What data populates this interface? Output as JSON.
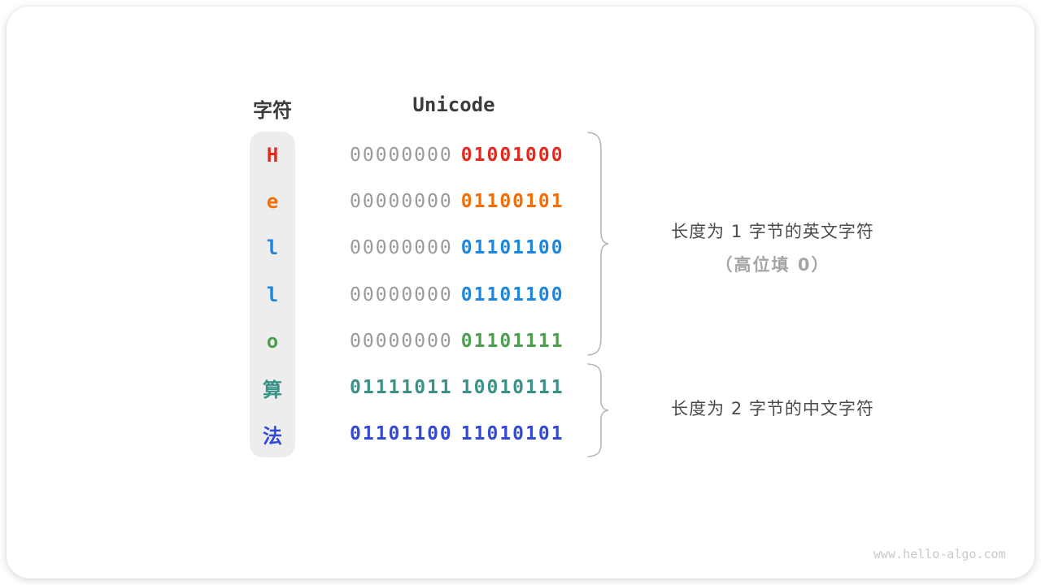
{
  "page": {
    "watermark": "www.hello-algo.com"
  },
  "colors": {
    "char_column_bg": "#ededed",
    "header_text": "#3c3c3c",
    "dim_byte": "#9a9a9a",
    "red": "#e5281c",
    "orange": "#f36d02",
    "blue": "#1d86dd",
    "green": "#4d9e4f",
    "teal": "#3a9187",
    "indigo": "#3449d4",
    "brace": "#b4b4b4",
    "annotation_primary": "#4b4b4b",
    "annotation_secondary": "#a5a5a5",
    "watermark": "#c9c9c9"
  },
  "table": {
    "char_header": "字符",
    "unicode_header": "Unicode",
    "rows": [
      {
        "char": "H",
        "byte1": "00000000",
        "byte2": "01001000",
        "char_color": "#e5281c",
        "byte1_color": "#9a9a9a",
        "byte2_color": "#e5281c"
      },
      {
        "char": "e",
        "byte1": "00000000",
        "byte2": "01100101",
        "char_color": "#f36d02",
        "byte1_color": "#9a9a9a",
        "byte2_color": "#f36d02"
      },
      {
        "char": "l",
        "byte1": "00000000",
        "byte2": "01101100",
        "char_color": "#1d86dd",
        "byte1_color": "#9a9a9a",
        "byte2_color": "#1d86dd"
      },
      {
        "char": "l",
        "byte1": "00000000",
        "byte2": "01101100",
        "char_color": "#1d86dd",
        "byte1_color": "#9a9a9a",
        "byte2_color": "#1d86dd"
      },
      {
        "char": "o",
        "byte1": "00000000",
        "byte2": "01101111",
        "char_color": "#4d9e4f",
        "byte1_color": "#9a9a9a",
        "byte2_color": "#4d9e4f"
      },
      {
        "char": "算",
        "byte1": "01111011",
        "byte2": "10010111",
        "char_color": "#3a9187",
        "byte1_color": "#3a9187",
        "byte2_color": "#3a9187"
      },
      {
        "char": "法",
        "byte1": "01101100",
        "byte2": "11010101",
        "char_color": "#3449d4",
        "byte1_color": "#3449d4",
        "byte2_color": "#3449d4"
      }
    ]
  },
  "annotations": {
    "english": {
      "line1": "长度为 1 字节的英文字符",
      "line2": "（高位填 0）"
    },
    "chinese": {
      "line1": "长度为 2 字节的中文字符"
    }
  }
}
